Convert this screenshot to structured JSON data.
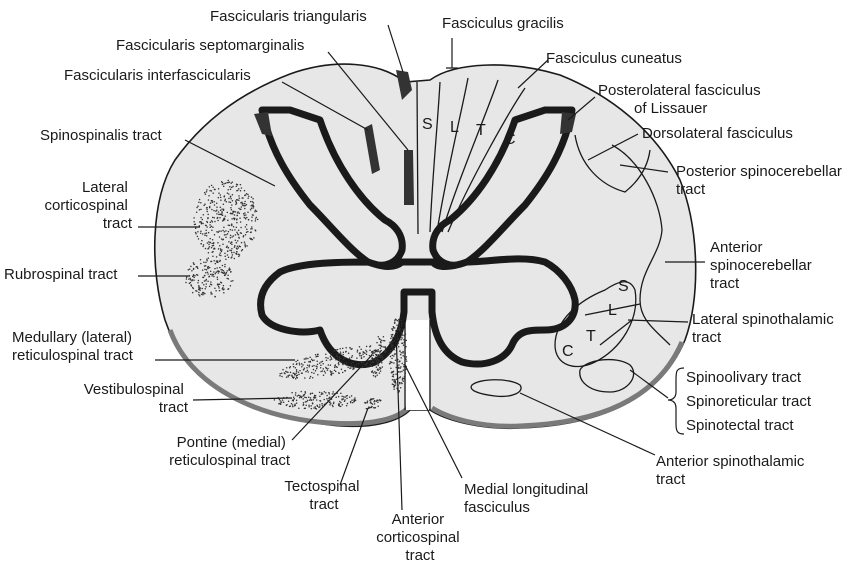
{
  "labels": {
    "fasc_triangularis": "Fascicularis triangularis",
    "fasc_septomarginalis": "Fascicularis septomarginalis",
    "fasc_interfascicularis": "Fascicularis interfascicularis",
    "spinospinalis": "Spinospinalis tract",
    "lateral_corticospinal": [
      "Lateral",
      "corticospinal",
      "tract"
    ],
    "rubrospinal": "Rubrospinal tract",
    "medullary_reticulospinal": [
      "Medullary (lateral)",
      "reticulospinal tract"
    ],
    "vestibulospinal": [
      "Vestibulospinal",
      "tract"
    ],
    "pontine_reticulospinal": [
      "Pontine (medial)",
      "reticulospinal tract"
    ],
    "tectospinal": [
      "Tectospinal",
      "tract"
    ],
    "anterior_corticospinal": [
      "Anterior",
      "corticospinal",
      "tract"
    ],
    "medial_longitudinal": [
      "Medial longitudinal",
      "fasciculus"
    ],
    "anterior_spinothalamic": [
      "Anterior spinothalamic",
      "tract"
    ],
    "spinoolivary": "Spinoolivary tract",
    "spinoreticular": "Spinoreticular tract",
    "spinotectal": "Spinotectal tract",
    "lateral_spinothalamic": [
      "Lateral spinothalamic",
      "tract"
    ],
    "anterior_spinocerebellar": [
      "Anterior",
      "spinocerebellar",
      "tract"
    ],
    "posterior_spinocerebellar": [
      "Posterior spinocerebellar",
      "tract"
    ],
    "dorsolateral": "Dorsolateral fasciculus",
    "posterolateral_lissauer": [
      "Posterolateral fasciculus",
      "of Lissauer"
    ],
    "fasc_cuneatus": "Fasciculus cuneatus",
    "fasc_gracilis": "Fasciculus gracilis"
  },
  "dorsal_letters": [
    "S",
    "L",
    "T",
    "C"
  ],
  "lateral_spinothalamic_letters": [
    "S",
    "L",
    "T",
    "C"
  ]
}
